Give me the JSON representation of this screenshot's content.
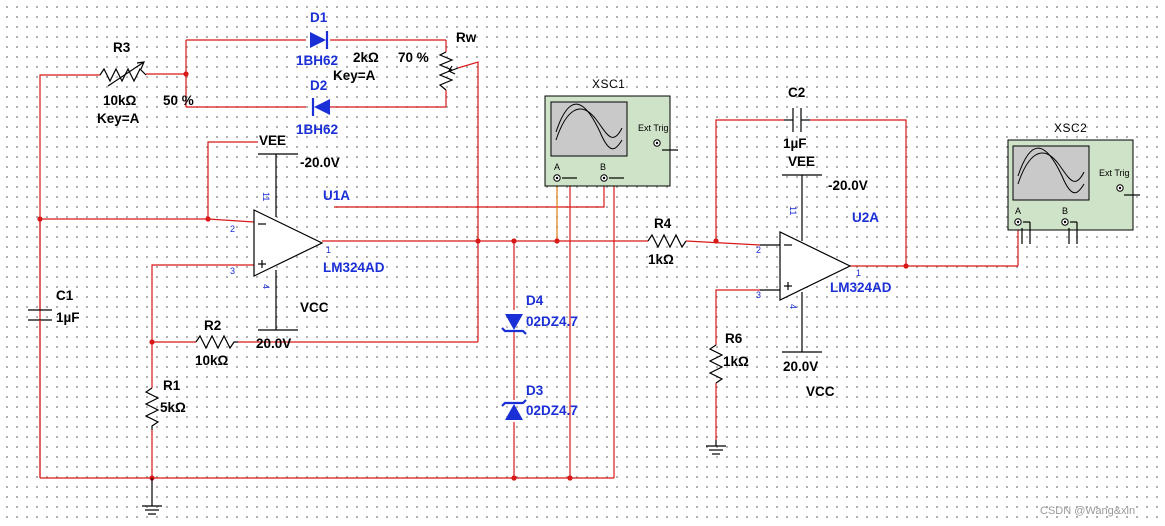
{
  "components": {
    "r3": {
      "ref": "R3",
      "value": "10kΩ",
      "key": "Key=A",
      "percent": "50 %"
    },
    "d1": {
      "ref": "D1",
      "part": "1BH62"
    },
    "d2": {
      "ref": "D2",
      "part": "1BH62"
    },
    "rw": {
      "ref": "Rw",
      "value": "2kΩ",
      "percent": "70 %",
      "key": "Key=A"
    },
    "u1a": {
      "ref": "U1A",
      "part": "LM324AD",
      "vee_label": "VEE",
      "vee_value": "-20.0V",
      "vcc_label": "VCC",
      "vcc_value": "20.0V",
      "pin_inv": "2",
      "pin_noninv": "3",
      "pin_out": "1",
      "pin_top": "11",
      "pin_bottom": "4"
    },
    "r2": {
      "ref": "R2",
      "value": "10kΩ"
    },
    "r1": {
      "ref": "R1",
      "value": "5kΩ"
    },
    "c1": {
      "ref": "C1",
      "value": "1µF"
    },
    "d4": {
      "ref": "D4",
      "part": "02DZ4.7"
    },
    "d3": {
      "ref": "D3",
      "part": "02DZ4.7"
    },
    "r4": {
      "ref": "R4",
      "value": "1kΩ"
    },
    "c2": {
      "ref": "C2",
      "value": "1µF"
    },
    "u2a": {
      "ref": "U2A",
      "part": "LM324AD",
      "vee_label": "VEE",
      "vee_value": "-20.0V",
      "vcc_label": "VCC",
      "vcc_value": "20.0V",
      "pin_inv": "2",
      "pin_noninv": "3",
      "pin_out": "1",
      "pin_top": "11",
      "pin_bottom": "4"
    },
    "r6": {
      "ref": "R6",
      "value": "1kΩ"
    }
  },
  "scopes": {
    "xsc1": {
      "ref": "XSC1",
      "ext_trig": "Ext Trig",
      "ch_a": "A",
      "ch_b": "B"
    },
    "xsc2": {
      "ref": "XSC2",
      "ext_trig": "Ext Trig",
      "ch_a": "A",
      "ch_b": "B"
    }
  },
  "colors": {
    "wire": "#d91818",
    "probe_wire": "#e07a10",
    "component": "#1a2fd6",
    "scope_body": "#cfe3c8",
    "scope_screen": "#c9c9c9"
  },
  "watermark": "CSDN @Wang&xin"
}
